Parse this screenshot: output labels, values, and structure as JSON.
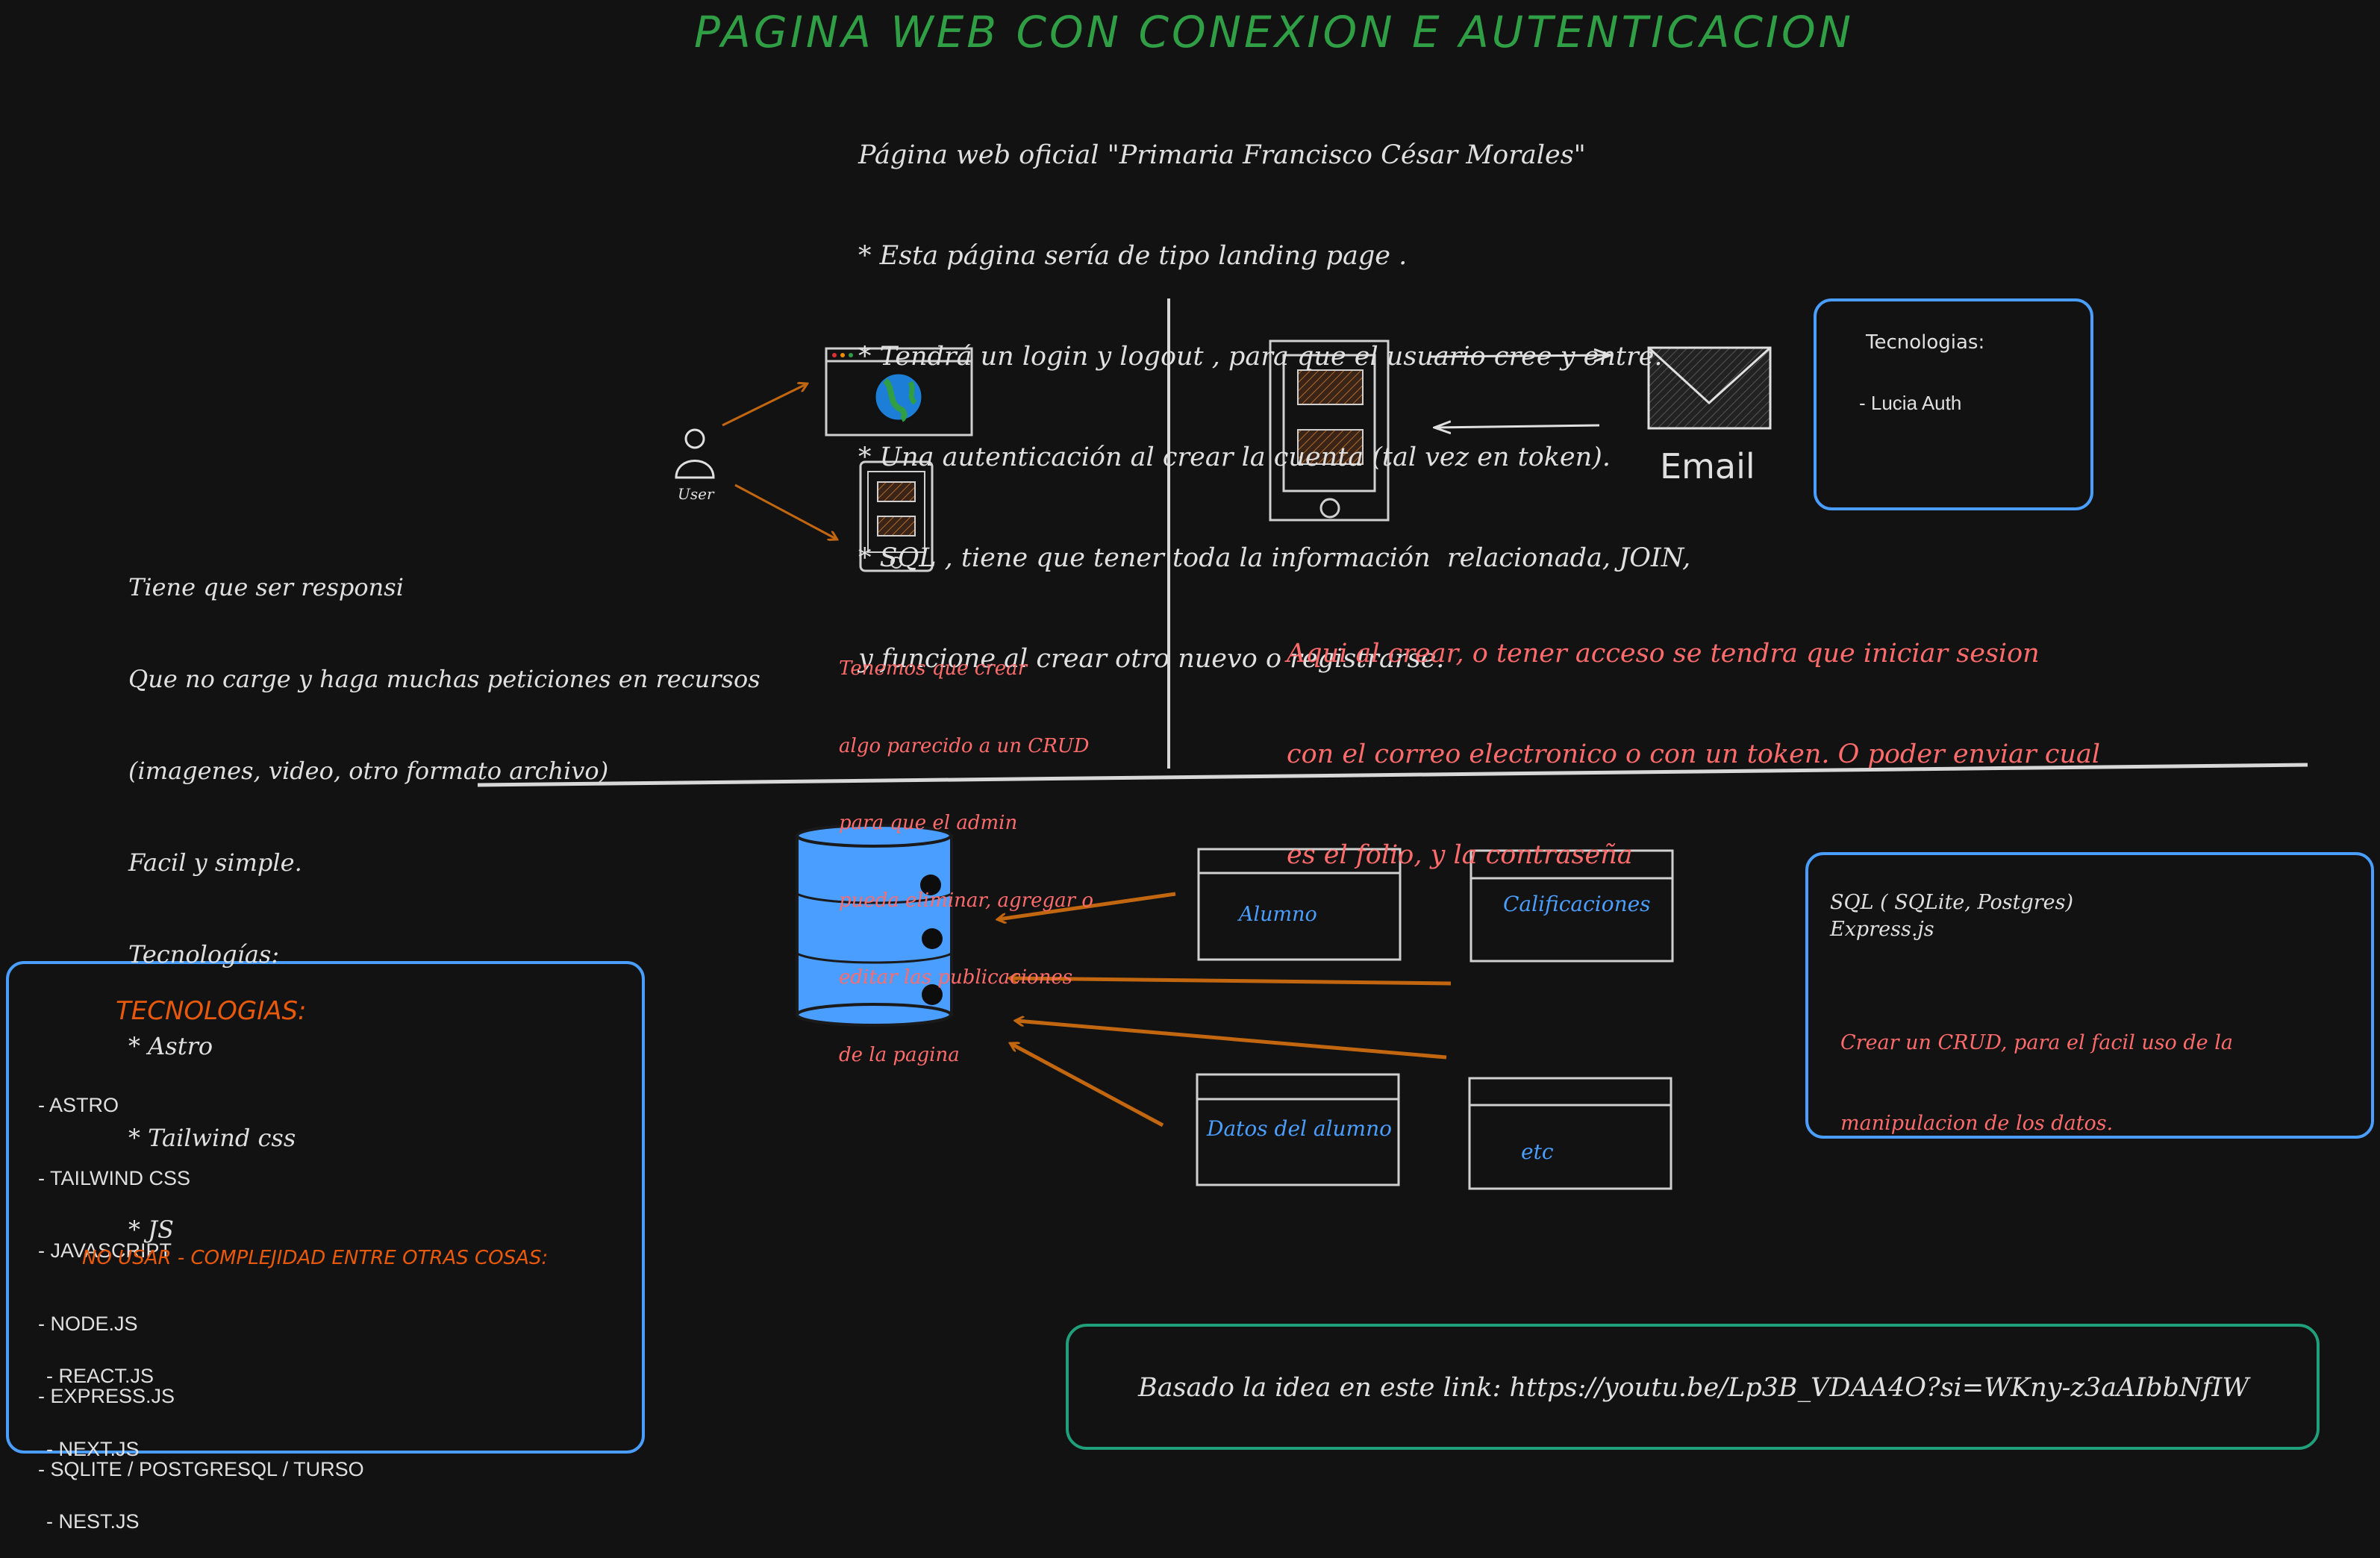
{
  "title": "PAGINA WEB CON CONEXION E AUTENTICACION",
  "intro": {
    "lines": [
      "Página web oficial \"Primaria Francisco César Morales\"",
      "* Esta página sería de tipo landing page .",
      "* Tendrá un login y logout , para que el usuario cree y entre.",
      "* Una autenticación al crear la cuenta (tal vez en token).",
      "* SQL , tiene que tener toda la información  relacionada, JOIN,",
      "y funcione al crear otro nuevo o registrarse."
    ]
  },
  "frontend_notes": {
    "lines": [
      "Tiene que ser responsi",
      "Que no carge y haga muchas peticiones en recursos",
      "(imagenes, video, otro formato archivo)",
      "Facil y simple.",
      "Tecnologías:",
      "* Astro",
      "* Tailwind css",
      "* JS"
    ]
  },
  "user_label": "User",
  "crud_note": {
    "lines": [
      "Tenemos que crear",
      "algo parecido a un CRUD",
      "para que el admin",
      "pueda eliminar, agregar o",
      "editar las publicaciones",
      "de la pagina"
    ]
  },
  "email_label": "Email",
  "auth_tech": {
    "title": "Tecnologias:",
    "item": "- Lucia Auth"
  },
  "auth_note": {
    "lines": [
      "Aqui al crear, o tener acceso se tendra que iniciar sesion",
      "con el correo electronico o con un token. O poder enviar cual",
      "es el folio, y la contraseña"
    ]
  },
  "tables": {
    "alumno": "Alumno",
    "calificaciones": "Calificaciones",
    "datos": "Datos del alumno",
    "etc": "etc"
  },
  "sql_box": {
    "line1": "SQL ( SQLite, Postgres)",
    "line2": "Express.js",
    "note_lines": [
      "Crear un CRUD, para el facil uso de la",
      "manipulacion de los datos."
    ]
  },
  "tech_box": {
    "title": "TECNOLOGIAS:",
    "items": [
      "- ASTRO",
      "- TAILWIND CSS",
      "- JAVASCRIPT",
      "- NODE.JS",
      "- EXPRESS.JS",
      "- SQLITE / POSTGRESQL / TURSO"
    ],
    "warning": "NO USAR - COMPLEJIDAD ENTRE OTRAS COSAS:",
    "avoid": [
      "- REACT.JS",
      "- NEXT.JS",
      "- NEST.JS"
    ]
  },
  "link_box": {
    "text": "Basado la idea en este link: https://youtu.be/Lp3B_VDAA4O?si=WKny-z3aAIbbNfIW"
  },
  "colors": {
    "title": "#2f9e44",
    "note_red": "#ff6b6b",
    "accent_blue": "#4a9eff",
    "arrow_orange": "#c2670f",
    "link_border": "#20a07a"
  }
}
